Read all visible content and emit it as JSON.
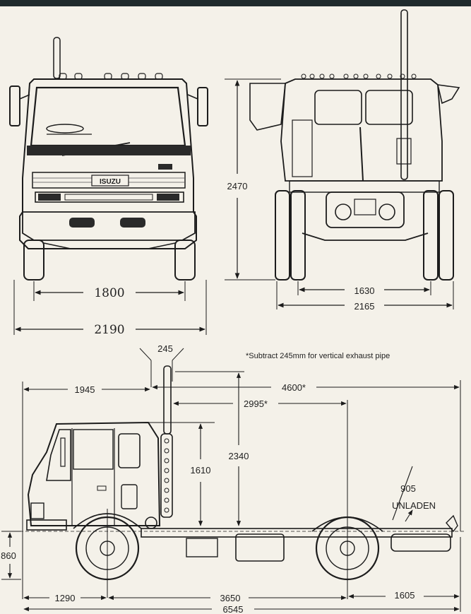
{
  "colors": {
    "ink": "#1c1c1c",
    "paper": "#f4f1e9",
    "top_bar": "#1f2a2c"
  },
  "front_view": {
    "track_width": "1800",
    "overall_width": "2190",
    "grille_badge": "ISUZU"
  },
  "rear_view": {
    "overall_height": "2470",
    "rear_track": "1630",
    "rear_width": "2165"
  },
  "side_view": {
    "note": "*Subtract 245mm for vertical exhaust pipe",
    "exhaust_offset": "245",
    "front_to_cab_back": "1945",
    "cab_back_to_end": "4600*",
    "cab_back_to_rear_axle": "2995*",
    "cab_height": "1610",
    "exhaust_height": "2340",
    "frame_height_value": "905",
    "frame_height_label": "UNLADEN",
    "frame_ground": "860",
    "front_overhang": "1290",
    "wheelbase": "3650",
    "rear_overhang": "1605",
    "overall_length": "6545"
  }
}
